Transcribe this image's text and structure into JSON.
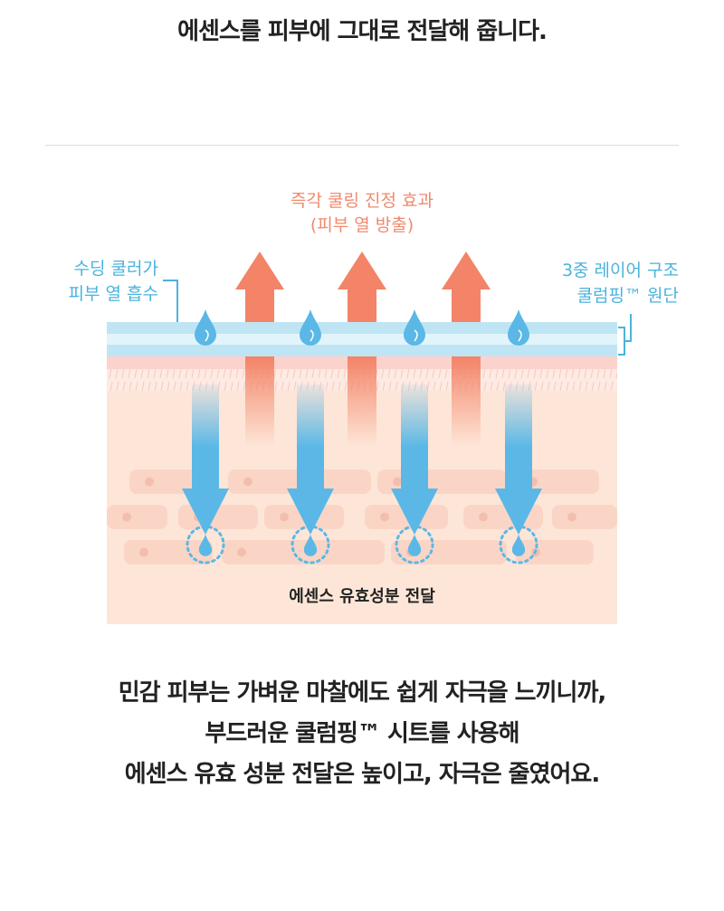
{
  "intro": {
    "line": "에센스를 피부에 그대로 전달해 줍니다."
  },
  "diagram": {
    "cooling_title": [
      "즉각 쿨링 진정 효과",
      "(피부 열 방출)"
    ],
    "left_label": [
      "수딩 쿨러가",
      "피부 열 흡수"
    ],
    "right_label": [
      "3중 레이어 구조",
      "쿨럼핑™ 원단"
    ],
    "bottom_label": "에센스 유효성분 전달",
    "colors": {
      "heat": "#f38467",
      "water": "#5bb8e6",
      "label_blue": "#4bb3dd",
      "skin": "#fde6d8"
    }
  },
  "summary": {
    "lines": [
      "민감 피부는 가벼운 마찰에도 쉽게 자극을 느끼니까,",
      "부드러운 쿨럼핑™ 시트를 사용해",
      "에센스 유효 성분 전달은 높이고, 자극은 줄였어요."
    ]
  }
}
